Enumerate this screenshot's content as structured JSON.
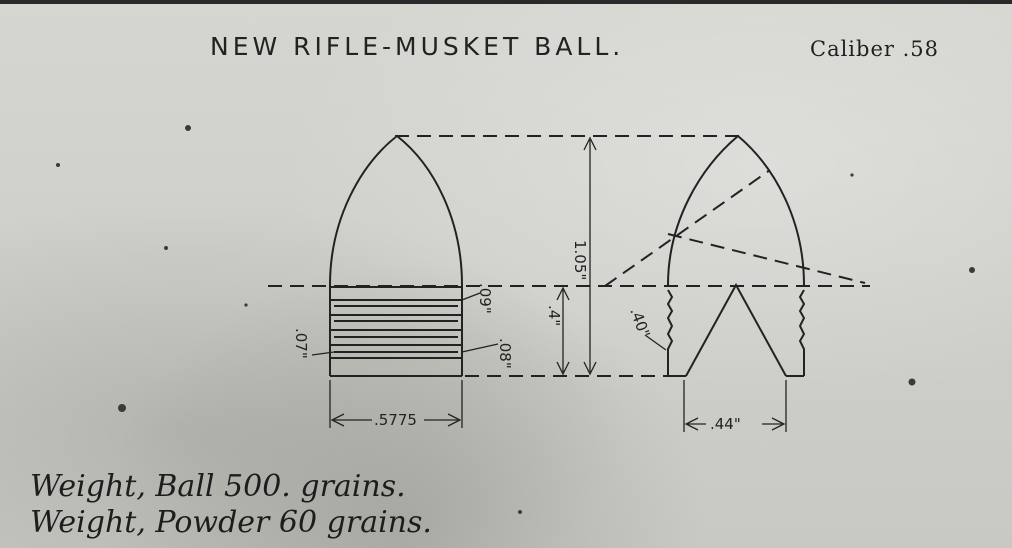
{
  "title": "NEW RIFLE-MUSKET BALL.",
  "caliber": "Caliber .58",
  "dimensions": {
    "length": "1.05\"",
    "base_height": ".4\"",
    "diameter": ".5775",
    "cavity_width": ".44\"",
    "groove_top": ".09\"",
    "groove_left": ".07\"",
    "groove_bottom": ".08\"",
    "cavity_angle": ".40\""
  },
  "notes": {
    "ball_weight": "Weight, Ball 500. grains.",
    "powder_weight": "Weight, Powder 60 grains."
  },
  "colors": {
    "ink": "#222222",
    "paper": "#cfcfcb"
  }
}
